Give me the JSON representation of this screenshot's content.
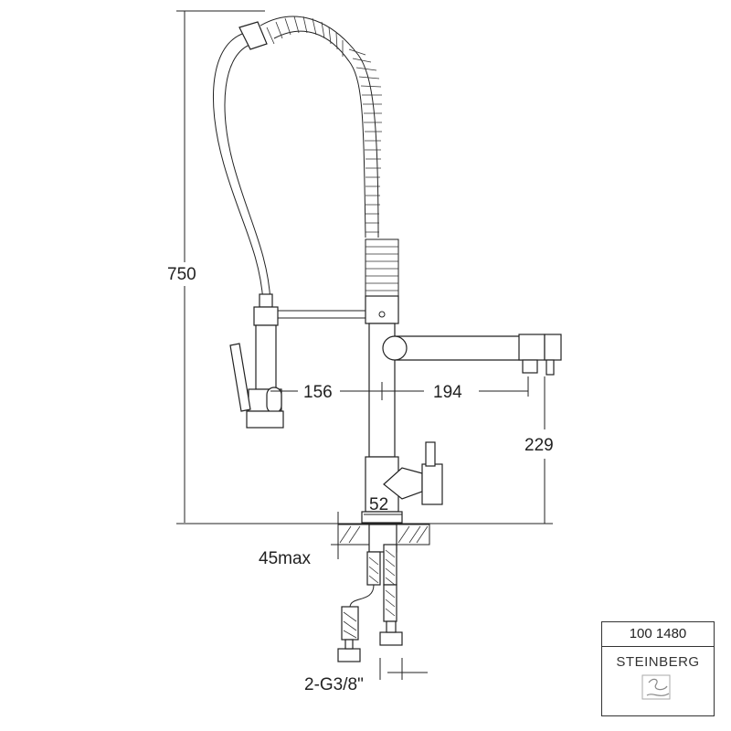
{
  "dimensions": {
    "height": "750",
    "left_reach": "156",
    "right_reach": "194",
    "spout_height": "229",
    "base_diameter": "52",
    "deck_thickness": "45max",
    "connection": "2-G3/8\""
  },
  "title_block": {
    "article_number": "100 1480",
    "brand": "STEINBERG",
    "logo_icon": "steinberg-logo-icon"
  }
}
